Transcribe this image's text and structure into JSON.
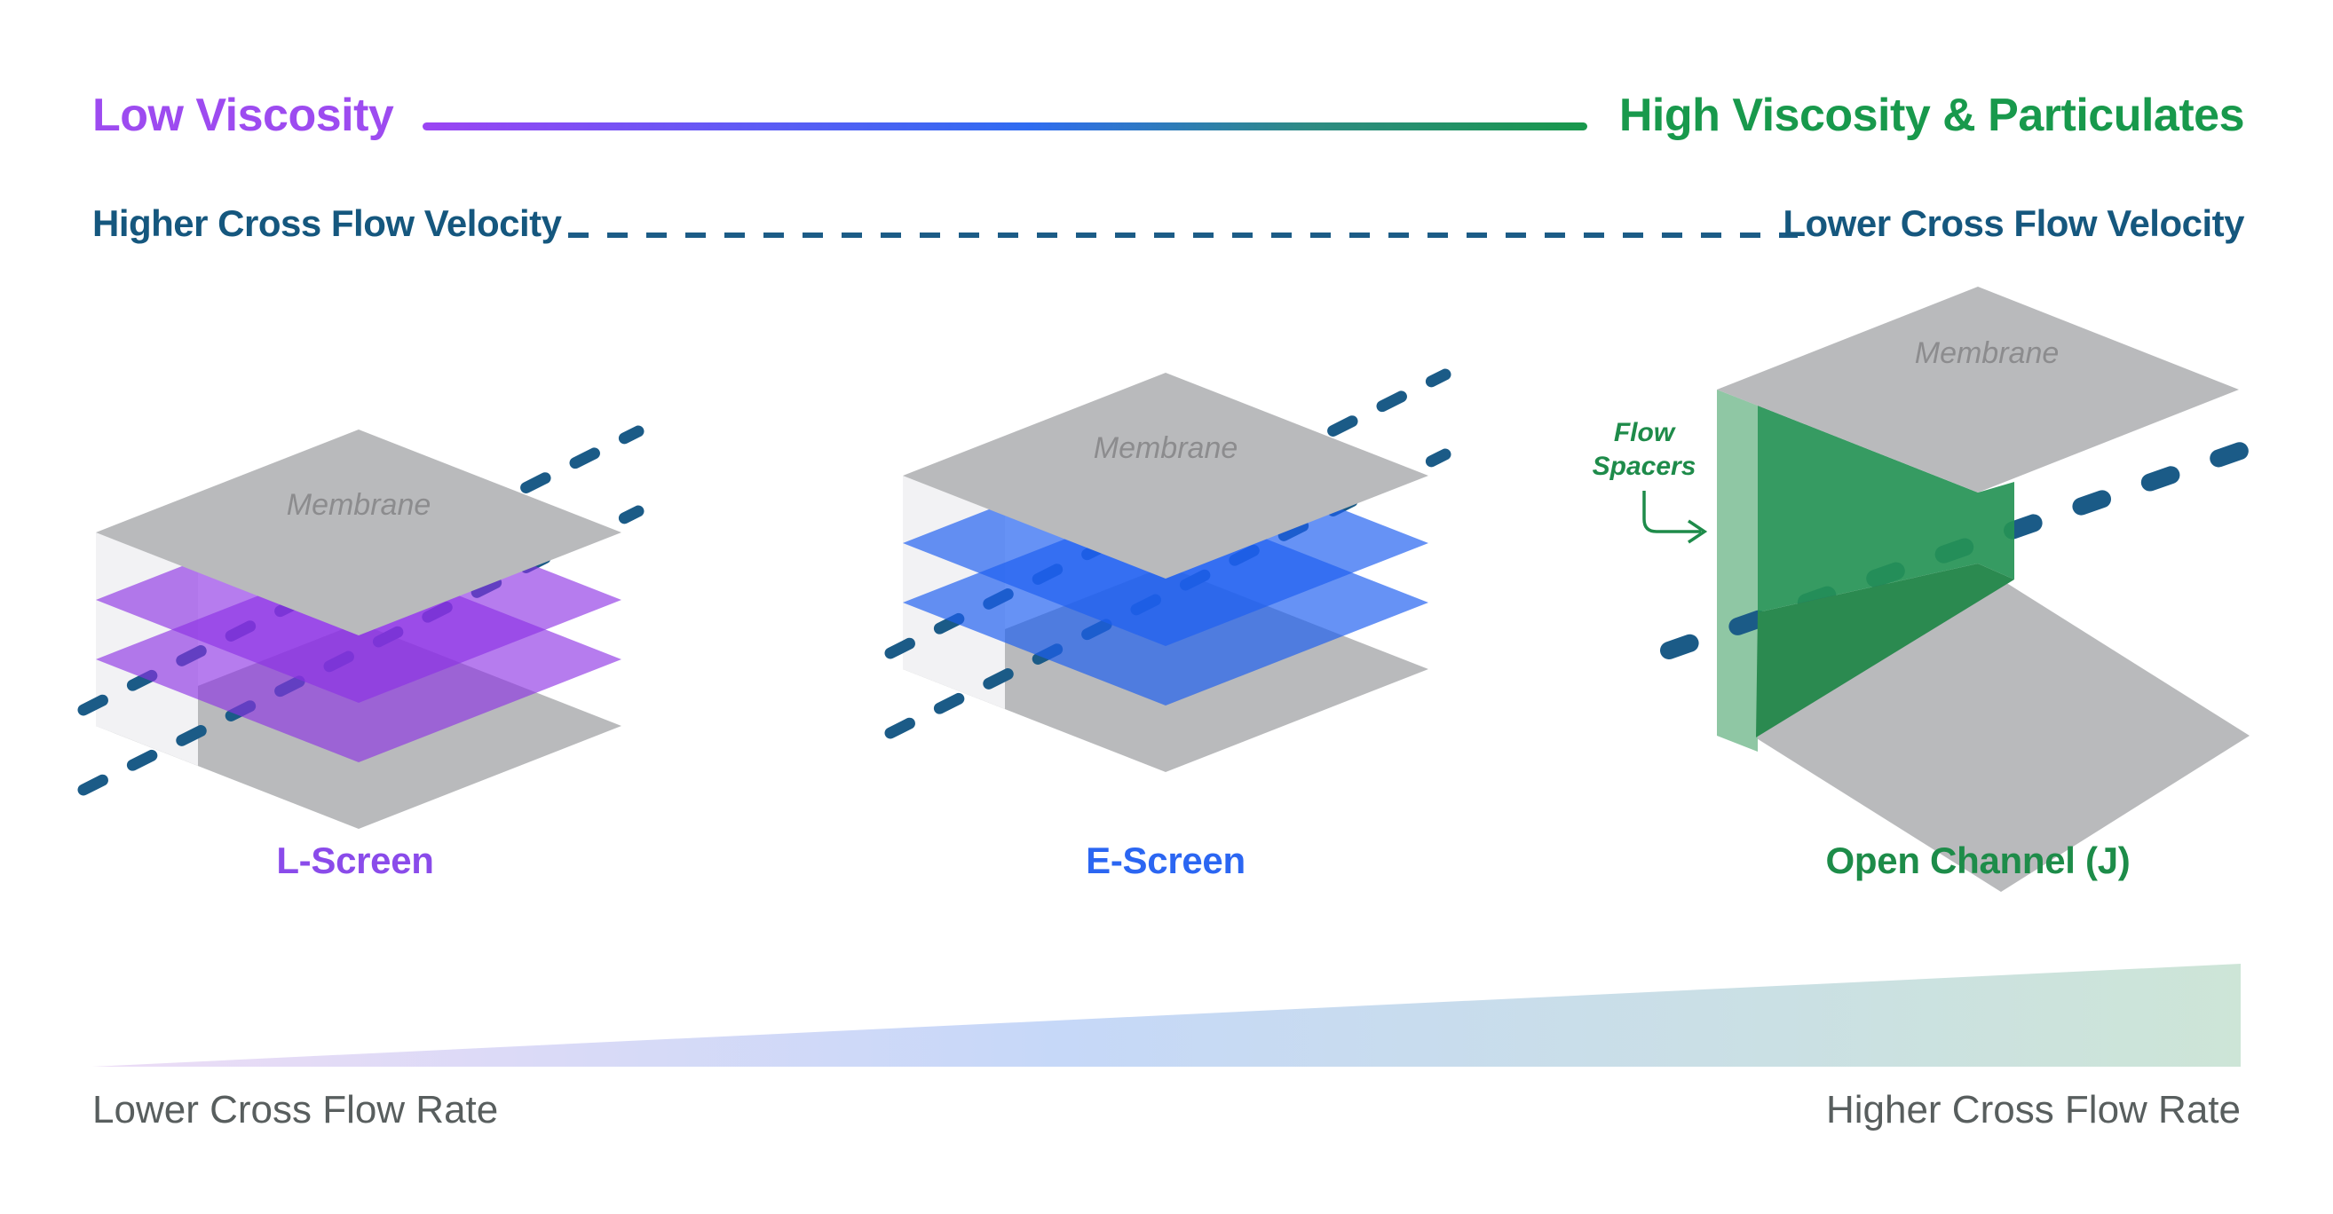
{
  "header": {
    "low_viscosity": "Low Viscosity",
    "high_viscosity": "High Viscosity & Particulates",
    "higher_cross_flow_velocity": "Higher Cross Flow Velocity",
    "lower_cross_flow_velocity": "Lower Cross Flow Velocity"
  },
  "diagrams": [
    {
      "label": "L-Screen",
      "membrane_label": "Membrane",
      "screen_color": "#8a4bea",
      "type": "stacked membranes with purple L-screen layer and two dashed cross-flow lines"
    },
    {
      "label": "E-Screen",
      "membrane_label": "Membrane",
      "screen_color": "#2b66f2",
      "type": "stacked membranes with blue E-screen layer and two dashed cross-flow lines"
    },
    {
      "label": "Open Channel (J)",
      "membrane_label": "Membrane",
      "screen_color": "#1d8c49",
      "flow_spacers_line1": "Flow",
      "flow_spacers_line2": "Spacers",
      "type": "open channel between membranes with green flow spacer wall and one thick dashed cross-flow line"
    }
  ],
  "footer": {
    "lower_cross_flow_rate": "Lower Cross Flow Rate",
    "higher_cross_flow_rate": "Higher Cross Flow Rate"
  },
  "colors": {
    "accent_purple": "#9d4bf0",
    "accent_blue": "#2b66f2",
    "accent_green": "#18994c",
    "steel_blue_text": "#15577e",
    "dash_blue": "#1b5b87",
    "membrane_gray": "#b9babc",
    "side_face_gray": "#f2f2f4",
    "spacer_light_green": "#8fc7a4",
    "channel_green": "#259355",
    "gradient_line": [
      "#9b45f3",
      "#2f6cf1",
      "#18984b"
    ],
    "rate_triangle": [
      "#ecdcf6",
      "#c6d8f8",
      "#cde5d7"
    ]
  }
}
